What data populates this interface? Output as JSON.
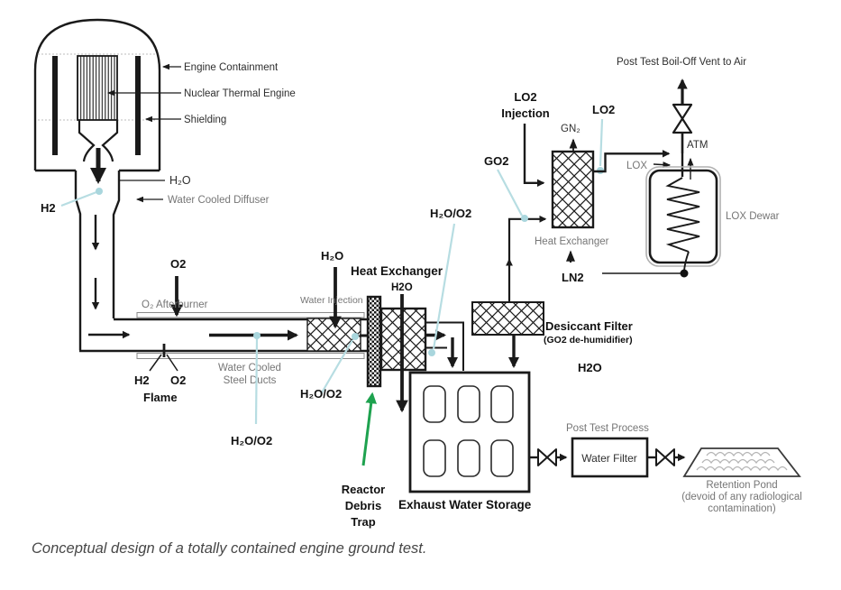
{
  "colors": {
    "callout_blue": "#b7dde2",
    "callout_dot": "#a9d6dd",
    "green_arrow": "#1ea24f",
    "gray_text": "#767676",
    "line_color": "#1a1a1a"
  },
  "caption": "Conceptual design of a totally contained engine ground test.",
  "containment": {
    "engine_containment": "Engine Containment",
    "nuclear_thermal_engine": "Nuclear Thermal Engine",
    "shielding": "Shielding",
    "h2": "H2",
    "h2o": "H₂O",
    "water_cooled_diffuser": "Water Cooled Diffuser"
  },
  "duct": {
    "o2": "O2",
    "o2_afterburner": "O₂ Afterburner",
    "flame_h2": "H2",
    "flame_o2": "O2",
    "flame": "Flame",
    "water_cooled_1": "Water Cooled",
    "water_cooled_2": "Steel Ducts",
    "h2o_o2_duct": "H₂O/O2",
    "h2o": "H₂O",
    "water_injection": "Water Injection",
    "h2o_o2_injection": "H₂O/O2"
  },
  "center": {
    "heat_exchanger": "Heat Exchanger",
    "h2o": "H2O",
    "h2o_o2": "H₂O/O2",
    "debris_1": "Reactor",
    "debris_2": "Debris",
    "debris_3": "Trap",
    "exhaust_water_storage": "Exhaust Water Storage"
  },
  "go2_loop": {
    "go2": "GO2",
    "desiccant_filter": "Desiccant Filter",
    "desiccant_sub": "(GO2 de-humidifier)",
    "h2o": "H2O",
    "lo2_1": "LO2",
    "lo2_2": "Injection",
    "gn2": "GN₂",
    "lo2": "LO2",
    "heat_exchanger": "Heat Exchanger",
    "ln2": "LN2"
  },
  "dewar": {
    "vent": "Post Test Boil-Off Vent to Air",
    "atm": "ATM",
    "lox": "LOX",
    "lox_dewar": "LOX Dewar"
  },
  "post_test": {
    "process": "Post Test Process",
    "water_filter": "Water Filter",
    "pond_1": "Retention Pond",
    "pond_2": "(devoid of any radiological",
    "pond_3": "contamination)"
  }
}
